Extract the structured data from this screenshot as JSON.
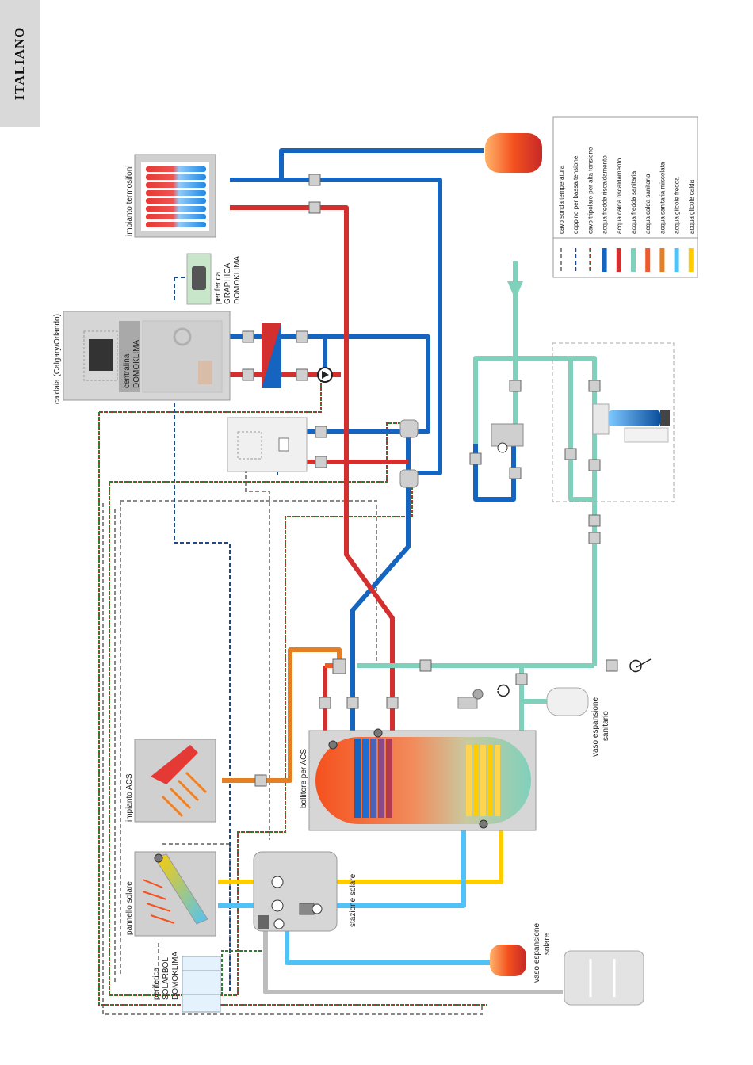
{
  "language_tab": "ITALIANO",
  "labels": {
    "caldaia": "caldaia (Calgary/Orlando)",
    "centralina_1": "centralina",
    "centralina_2": "DOMOKLIMA",
    "graphica_1": "periferica",
    "graphica_2": "GRAPHICA",
    "graphica_3": "DOMOKLIMA",
    "termosifoni": "impianto termosifoni",
    "bollitore": "bollitore per ACS",
    "acs": "impianto ACS",
    "pannello": "pannello solare",
    "stazione": "stazione solare",
    "solarbol_1": "periferica",
    "solarbol_2": "SOLARBOL",
    "solarbol_3": "DOMOKLIMA",
    "vaso_sanitario_1": "vaso espansione",
    "vaso_sanitario_2": "sanitario",
    "vaso_solare_1": "vaso espansione",
    "vaso_solare_2": "solare"
  },
  "legend": [
    {
      "text": "cavo sonda temperatura",
      "kind": "dash2",
      "color": "#888888"
    },
    {
      "text": "doppino per bassa tensione",
      "kind": "dash2",
      "color": "#1a4a8a"
    },
    {
      "text": "cavo tripolare per alta tensione",
      "kind": "dash3",
      "color": "#2e7d32"
    },
    {
      "text": "acqua fredda riscaldamento",
      "kind": "bar",
      "color": "#1565c0"
    },
    {
      "text": "acqua calda riscaldamento",
      "kind": "bar",
      "color": "#d32f2f"
    },
    {
      "text": "acqua fredda sanitaria",
      "kind": "bar",
      "color": "#7fd1bc"
    },
    {
      "text": "acqua calda sanitaria",
      "kind": "bar",
      "color": "#f05a28"
    },
    {
      "text": "acqua sanitaria miscelata",
      "kind": "bar",
      "color": "#e67e22"
    },
    {
      "text": "acqua glicole fredda",
      "kind": "bar",
      "color": "#4fc3f7"
    },
    {
      "text": "acqua glicole calda",
      "kind": "bar",
      "color": "#ffcc00"
    }
  ],
  "colors": {
    "heat_cold": "#1565c0",
    "heat_hot": "#d32f2f",
    "sanitary_cold": "#7fd1bc",
    "sanitary_hot": "#f05a28",
    "sanitary_mixed": "#e67e22",
    "glycol_cold": "#4fc3f7",
    "glycol_hot": "#ffcc00",
    "pipe_grey": "#bdbdbd"
  }
}
